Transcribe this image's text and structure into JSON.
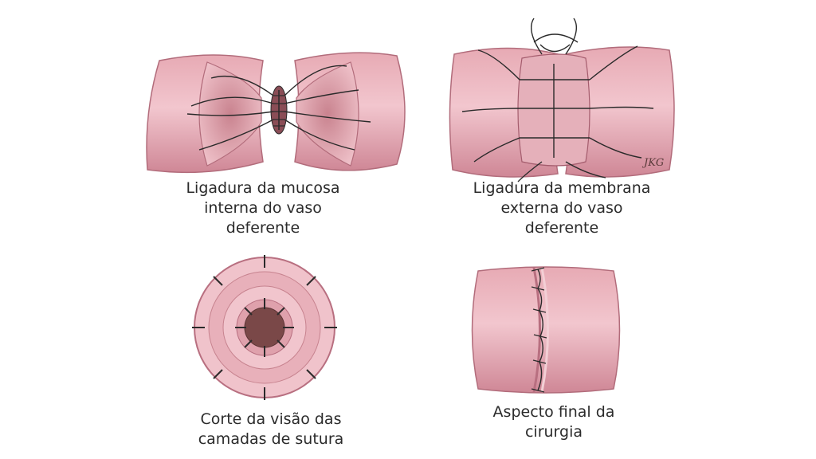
{
  "figure": {
    "panels": [
      {
        "id": "p1",
        "caption": "Ligadura da mucosa\ninterna do vaso\ndeferente"
      },
      {
        "id": "p2",
        "caption": "Ligadura da membrana\nexterna do vaso\ndeferente"
      },
      {
        "id": "p3",
        "caption": "Corte da visão das\ncamadas de sutura"
      },
      {
        "id": "p4",
        "caption": "Aspecto final da\ncirurgia"
      }
    ],
    "artist_signature": "JKG",
    "colors": {
      "tissue": "#dd9ea9",
      "tissue_light": "#f1c7cf",
      "tissue_dark": "#b86f80",
      "lumen": "#7a4848",
      "suture": "#2a2a2a"
    }
  }
}
